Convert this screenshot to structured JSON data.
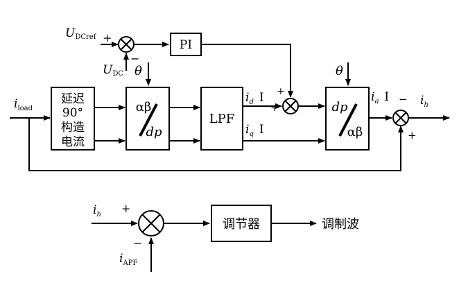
{
  "top_diagram": {
    "u_dcref": {
      "base": "U",
      "sub": "DCref"
    },
    "u_dc": {
      "base": "U",
      "sub": "DC"
    },
    "i_load": {
      "base": "i",
      "sub": "load"
    },
    "theta_1": "θ",
    "theta_2": "θ",
    "pi_label": "PI",
    "lpf_label": "LPF",
    "delay_block": [
      "延迟",
      "90°",
      "构造",
      "电流"
    ],
    "ab_dp": {
      "top": "αβ",
      "bottom": "dp"
    },
    "dp_ab": {
      "top": "dp",
      "bottom": "αβ"
    },
    "i_d": {
      "base": "i",
      "sub": "d",
      "suffix": "I"
    },
    "i_q": {
      "base": "i",
      "sub": "q",
      "suffix": "I"
    },
    "i_a": {
      "base": "i",
      "sub": "a",
      "suffix": "I"
    },
    "i_h": {
      "base": "i",
      "sub": "h"
    },
    "signs": {
      "sum1_ref": "+",
      "sum1_fb": "−",
      "sum2_in": "+",
      "sum2_pi": "+",
      "sum3_in": "−",
      "sum3_fb": "+"
    }
  },
  "bottom_diagram": {
    "i_h": {
      "base": "i",
      "sub": "h"
    },
    "i_apf": {
      "base": "i",
      "sub": "APF"
    },
    "sign_plus": "+",
    "sign_minus": "−",
    "regulator_label": "调节器",
    "output_label": "调制波"
  }
}
